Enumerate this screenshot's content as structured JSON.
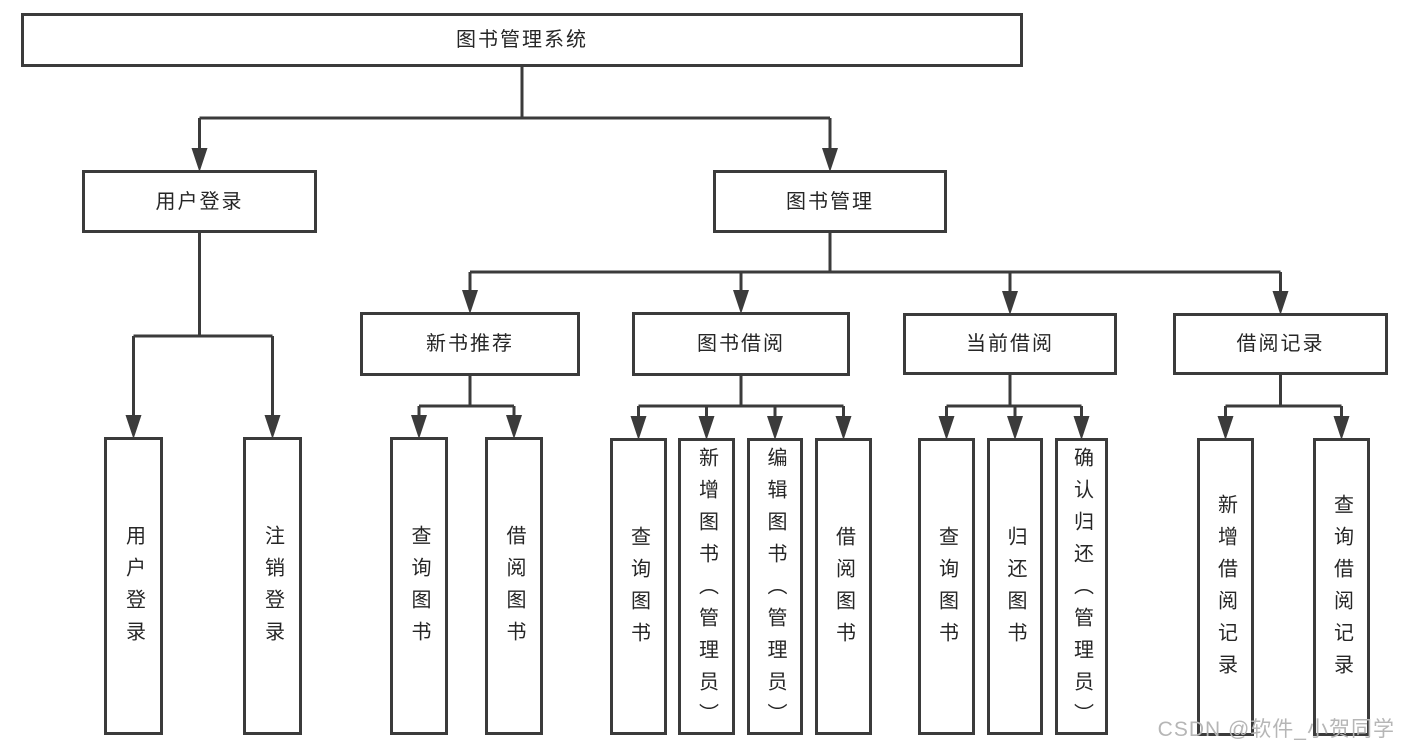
{
  "nodes": [
    {
      "id": "root",
      "label": "图书管理系统",
      "orientation": "horizontal"
    },
    {
      "id": "user-login",
      "label": "用户登录",
      "orientation": "horizontal"
    },
    {
      "id": "book-management",
      "label": "图书管理",
      "orientation": "horizontal"
    },
    {
      "id": "user-login-action",
      "label": "用户登录",
      "orientation": "vertical"
    },
    {
      "id": "logout-action",
      "label": "注销登录",
      "orientation": "vertical"
    },
    {
      "id": "new-book-recommend",
      "label": "新书推荐",
      "orientation": "horizontal"
    },
    {
      "id": "book-borrowing",
      "label": "图书借阅",
      "orientation": "horizontal"
    },
    {
      "id": "current-borrowing",
      "label": "当前借阅",
      "orientation": "horizontal"
    },
    {
      "id": "borrowing-records",
      "label": "借阅记录",
      "orientation": "horizontal"
    },
    {
      "id": "nbr-query-books",
      "label": "查询图书",
      "orientation": "vertical"
    },
    {
      "id": "nbr-borrow-books",
      "label": "借阅图书",
      "orientation": "vertical"
    },
    {
      "id": "bb-query-books",
      "label": "查询图书",
      "orientation": "vertical"
    },
    {
      "id": "bb-add-books-admin",
      "label": "新增图书（管理员）",
      "orientation": "vertical"
    },
    {
      "id": "bb-edit-books-admin",
      "label": "编辑图书（管理员）",
      "orientation": "vertical"
    },
    {
      "id": "bb-borrow-books",
      "label": "借阅图书",
      "orientation": "vertical"
    },
    {
      "id": "cb-query-books",
      "label": "查询图书",
      "orientation": "vertical"
    },
    {
      "id": "cb-return-books",
      "label": "归还图书",
      "orientation": "vertical"
    },
    {
      "id": "cb-confirm-return-admin",
      "label": "确认归还（管理员）",
      "orientation": "vertical"
    },
    {
      "id": "br-add-borrow-record",
      "label": "新增借阅记录",
      "orientation": "vertical"
    },
    {
      "id": "br-query-borrow-record",
      "label": "查询借阅记录",
      "orientation": "vertical"
    }
  ],
  "edges": [
    {
      "from": "root",
      "to": "user-login"
    },
    {
      "from": "root",
      "to": "book-management"
    },
    {
      "from": "user-login",
      "to": "user-login-action"
    },
    {
      "from": "user-login",
      "to": "logout-action"
    },
    {
      "from": "book-management",
      "to": "new-book-recommend"
    },
    {
      "from": "book-management",
      "to": "book-borrowing"
    },
    {
      "from": "book-management",
      "to": "current-borrowing"
    },
    {
      "from": "book-management",
      "to": "borrowing-records"
    },
    {
      "from": "new-book-recommend",
      "to": "nbr-query-books"
    },
    {
      "from": "new-book-recommend",
      "to": "nbr-borrow-books"
    },
    {
      "from": "book-borrowing",
      "to": "bb-query-books"
    },
    {
      "from": "book-borrowing",
      "to": "bb-add-books-admin"
    },
    {
      "from": "book-borrowing",
      "to": "bb-edit-books-admin"
    },
    {
      "from": "book-borrowing",
      "to": "bb-borrow-books"
    },
    {
      "from": "current-borrowing",
      "to": "cb-query-books"
    },
    {
      "from": "current-borrowing",
      "to": "cb-return-books"
    },
    {
      "from": "current-borrowing",
      "to": "cb-confirm-return-admin"
    },
    {
      "from": "borrowing-records",
      "to": "br-add-borrow-record"
    },
    {
      "from": "borrowing-records",
      "to": "br-query-borrow-record"
    }
  ],
  "watermark": "CSDN @软件_小贺同学",
  "colors": {
    "line": "#3b3b3b",
    "box_border": "#3b3b3b",
    "text": "#262626",
    "background": "#ffffff",
    "watermark": "#b6b6b6"
  }
}
